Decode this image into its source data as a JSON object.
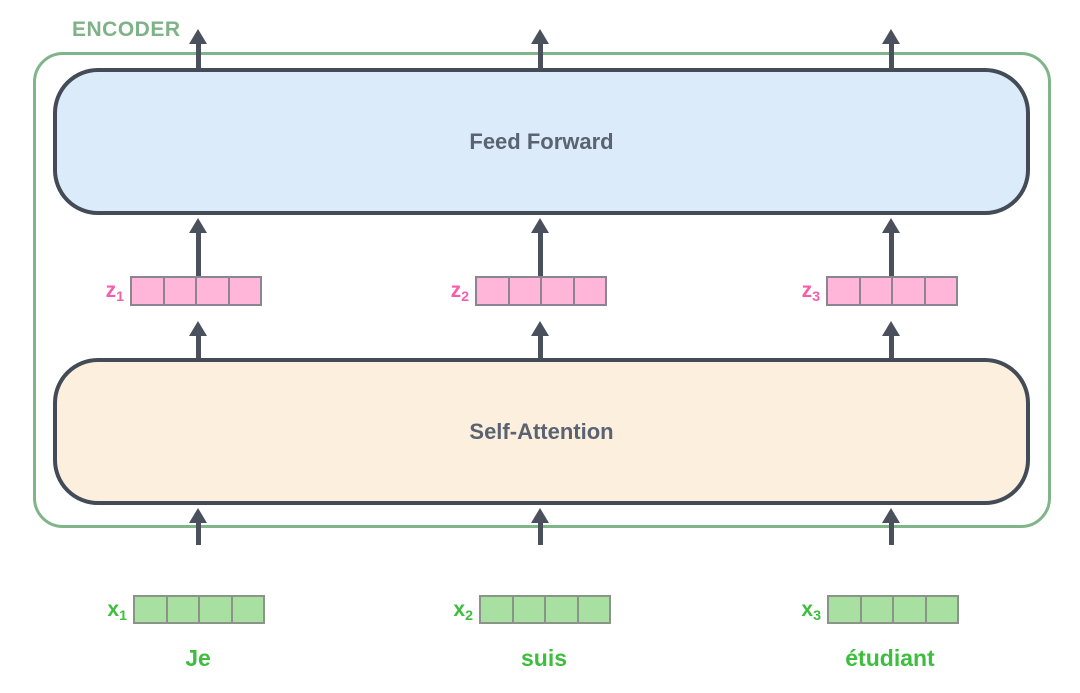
{
  "encoder": {
    "label": "ENCODER",
    "feed_forward_label": "Feed Forward",
    "self_attention_label": "Self-Attention"
  },
  "vectors": {
    "z": [
      {
        "base": "z",
        "sub": "1",
        "cells": 4
      },
      {
        "base": "z",
        "sub": "2",
        "cells": 4
      },
      {
        "base": "z",
        "sub": "3",
        "cells": 4
      }
    ],
    "x": [
      {
        "base": "x",
        "sub": "1",
        "cells": 4
      },
      {
        "base": "x",
        "sub": "2",
        "cells": 4
      },
      {
        "base": "x",
        "sub": "3",
        "cells": 4
      }
    ]
  },
  "tokens": [
    "Je",
    "suis",
    "étudiant"
  ],
  "colors": {
    "encoder_border": "#80b489",
    "encoder_label": "#7fb287",
    "feed_forward_fill": "#dcebfa",
    "self_attention_fill": "#fcefde",
    "block_border": "#434b57",
    "block_text": "#5a6372",
    "arrow": "#4a515d",
    "z_vector_fill": "#ffb6d8",
    "z_label": "#fb5ca8",
    "x_vector_fill": "#a8e0a2",
    "x_label": "#3ebe3e",
    "token_text": "#3ebe3e",
    "cell_border": "#8b8a94"
  }
}
